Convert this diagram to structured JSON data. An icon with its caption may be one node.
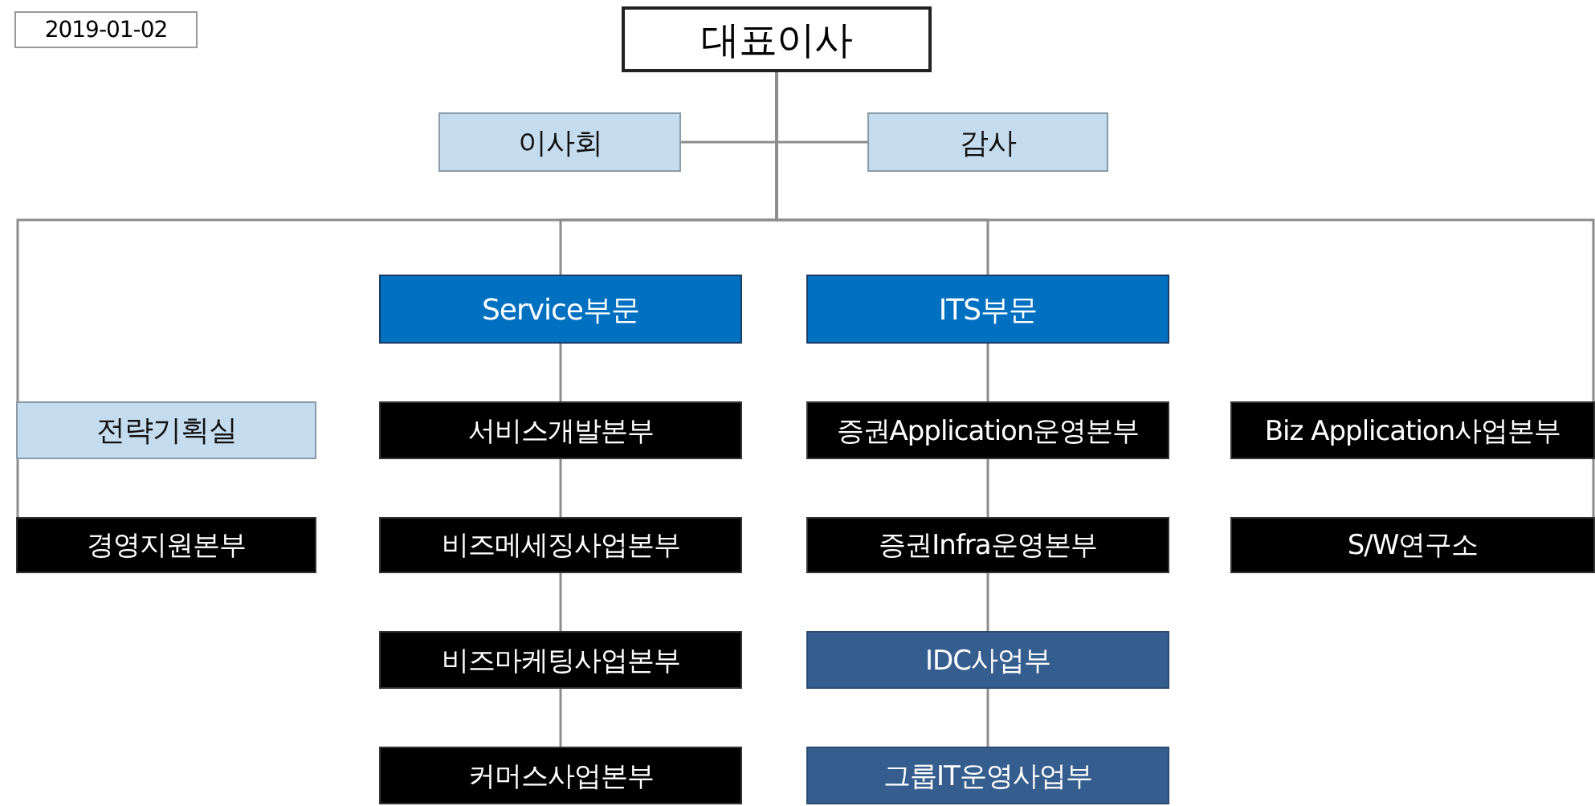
{
  "diagram": {
    "nodes": [
      {
        "text": [
          "2019-01-02"
        ]
      },
      {
        "text": [
          "대표이사"
        ]
      },
      {
        "text": [
          "이사회"
        ]
      },
      {
        "text": [
          "감사"
        ]
      },
      {
        "text": [
          "전략기획실"
        ]
      },
      {
        "text": [
          "경영지원본부"
        ]
      },
      {
        "text": [
          "Service부문"
        ]
      },
      {
        "text": [
          "서비스개발본부"
        ]
      },
      {
        "text": [
          "비즈메세징사업본부"
        ]
      },
      {
        "text": [
          "비즈마케팅사업본부"
        ]
      },
      {
        "text": [
          "커머스사업본부"
        ]
      },
      {
        "text": [
          "ITS부문"
        ]
      },
      {
        "text": [
          "증권Application운영본부"
        ]
      },
      {
        "text": [
          "증권Infra운영본부"
        ]
      },
      {
        "text": [
          "IDC사업부"
        ]
      },
      {
        "text": [
          "그룹IT운영사업부"
        ]
      },
      {
        "text": [
          "Biz Application사업본부"
        ]
      },
      {
        "text": [
          "S/W연구소"
        ]
      }
    ],
    "edges": [
      {
        "from": 1,
        "to": 2,
        "arrow": "none"
      },
      {
        "from": 1,
        "to": 3,
        "arrow": "none"
      },
      {
        "from": 1,
        "to": 4,
        "arrow": "none"
      },
      {
        "from": 1,
        "to": 6,
        "arrow": "none"
      },
      {
        "from": 1,
        "to": 11,
        "arrow": "none"
      },
      {
        "from": 1,
        "to": 16,
        "arrow": "none"
      },
      {
        "from": 4,
        "to": 5,
        "arrow": "none"
      },
      {
        "from": 6,
        "to": 7,
        "arrow": "none"
      },
      {
        "from": 7,
        "to": 8,
        "arrow": "none"
      },
      {
        "from": 8,
        "to": 9,
        "arrow": "none"
      },
      {
        "from": 9,
        "to": 10,
        "arrow": "none"
      },
      {
        "from": 11,
        "to": 12,
        "arrow": "none"
      },
      {
        "from": 12,
        "to": 13,
        "arrow": "none"
      },
      {
        "from": 13,
        "to": 14,
        "arrow": "none"
      },
      {
        "from": 14,
        "to": 15,
        "arrow": "none"
      },
      {
        "from": 16,
        "to": 17,
        "arrow": "none"
      }
    ]
  }
}
